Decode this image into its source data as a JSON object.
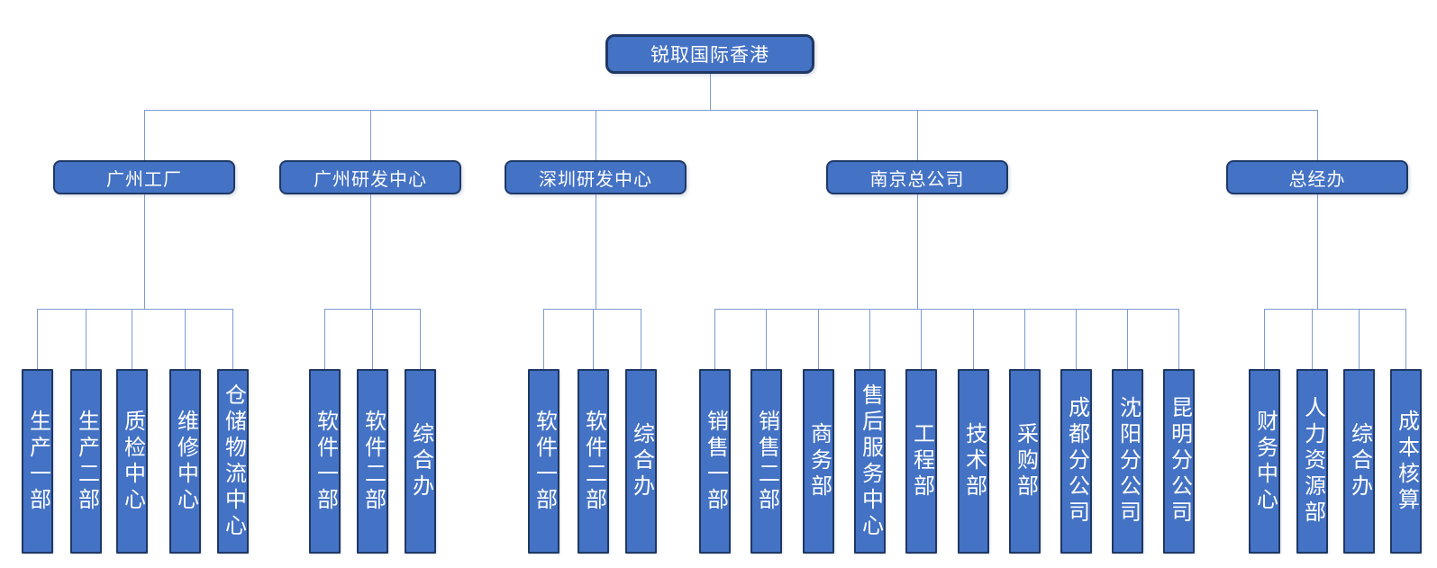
{
  "org": {
    "root": {
      "label": "锐取国际香港"
    },
    "branches": [
      {
        "label": "广州工厂",
        "children": [
          "生产一部",
          "生产二部",
          "质检中心",
          "维修中心",
          "仓储物流中心"
        ]
      },
      {
        "label": "广州研发中心",
        "children": [
          "软件一部",
          "软件二部",
          "综合办"
        ]
      },
      {
        "label": "深圳研发中心",
        "children": [
          "软件一部",
          "软件二部",
          "综合办"
        ]
      },
      {
        "label": "南京总公司",
        "children": [
          "销售一部",
          "销售二部",
          "商务部",
          "售后服务中心",
          "工程部",
          "技术部",
          "采购部",
          "成都分公司",
          "沈阳分公司",
          "昆明分公司"
        ]
      },
      {
        "label": "总经办",
        "children": [
          "财务中心",
          "人力资源部",
          "综合办",
          "成本核算"
        ]
      }
    ]
  },
  "colors": {
    "node_fill": "#4472C4",
    "node_border": "#1F3864",
    "node_text": "#FFFFFF",
    "connector": "#7E9ACE",
    "background": "#FFFFFF"
  }
}
